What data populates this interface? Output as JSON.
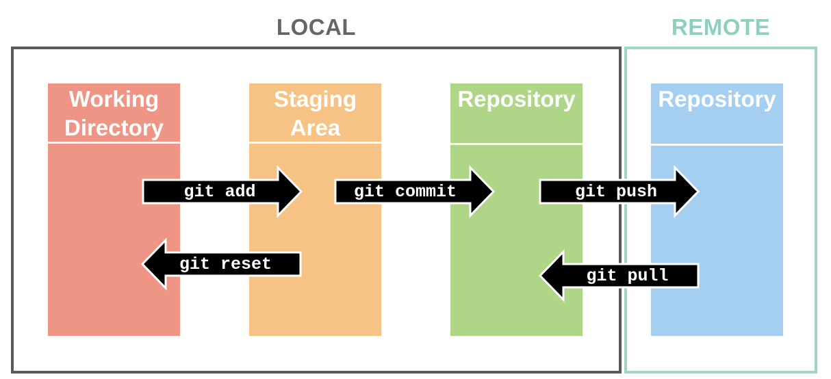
{
  "regions": {
    "local": {
      "label": "LOCAL",
      "color": "#666666",
      "border_color": "#595959"
    },
    "remote": {
      "label": "REMOTE",
      "color": "#8fcfc0",
      "border_color": "#9fd4c6"
    }
  },
  "columns": [
    {
      "id": "working-directory",
      "title": "Working\nDirectory",
      "color": "#ef9585"
    },
    {
      "id": "staging-area",
      "title": "Staging\nArea",
      "color": "#f6c384"
    },
    {
      "id": "local-repository",
      "title": "Repository",
      "color": "#afd587"
    },
    {
      "id": "remote-repository",
      "title": "Repository",
      "color": "#a4cff0"
    }
  ],
  "commands": [
    {
      "id": "git-add",
      "label": "git add",
      "direction": "right",
      "from": "Working Directory",
      "to": "Staging Area"
    },
    {
      "id": "git-commit",
      "label": "git commit",
      "direction": "right",
      "from": "Staging Area",
      "to": "Local Repository"
    },
    {
      "id": "git-push",
      "label": "git push",
      "direction": "right",
      "from": "Local Repository",
      "to": "Remote Repository"
    },
    {
      "id": "git-reset",
      "label": "git reset",
      "direction": "left",
      "from": "Staging Area",
      "to": "Working Directory"
    },
    {
      "id": "git-pull",
      "label": "git pull",
      "direction": "left",
      "from": "Remote Repository",
      "to": "Local Repository"
    }
  ],
  "arrow_color": "#000000"
}
